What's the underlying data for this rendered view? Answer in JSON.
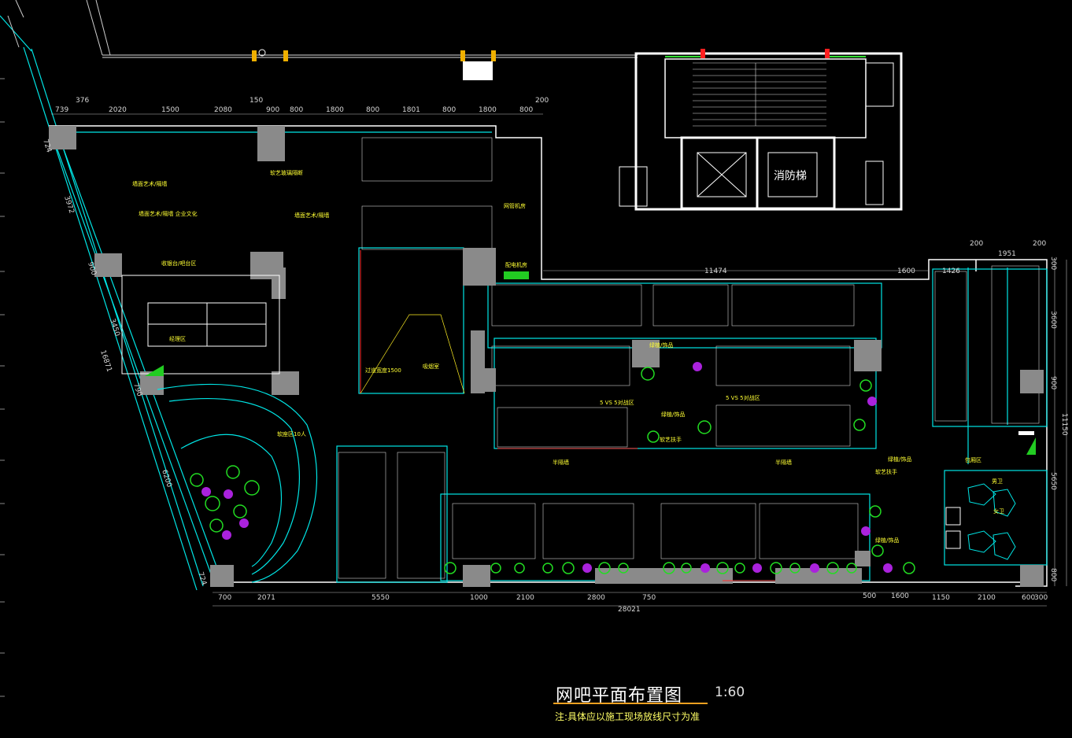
{
  "title": "网吧平面布置图",
  "scale": "1:60",
  "note": "注:具体应以施工现场放线尺寸为准",
  "top_dims": [
    "739",
    "376",
    "2020",
    "1500",
    "2080",
    "150",
    "900",
    "800",
    "1800",
    "800",
    "1801",
    "800",
    "1800",
    "800",
    "200"
  ],
  "bottom_dims": [
    "700",
    "2071",
    "5550",
    "1000",
    "2100",
    "2800",
    "750",
    "500",
    "1600",
    "1150",
    "2100",
    "600",
    "300"
  ],
  "overall_bottom": "28021",
  "left_dims": [
    "724",
    "3972",
    "900",
    "3450",
    "16871",
    "790",
    "6200",
    "724"
  ],
  "right_dims": [
    "200",
    "1951",
    "200",
    "300",
    "3600",
    "900",
    "11150",
    "5650",
    "800"
  ],
  "mid_dims": [
    "11474",
    "1600",
    "1426"
  ],
  "labels": {
    "fire_elevator": "消防梯",
    "reception": "收银台/吧台区",
    "office": "经理区",
    "server_room": "网管机房",
    "power_room": "配电机房",
    "art_partition": "软艺玻璃隔断",
    "wall_art": "墙面艺术/隔墙",
    "wall_art2": "墙面艺术/隔墙 企业文化",
    "wall_art3": "墙面艺术/隔墙",
    "lounge": "软座区10人",
    "aisle_150": "过道宽度1500",
    "pk_zone": "5 VS 5对战区",
    "pk_zone2": "5 VS 5对战区",
    "half_wall": "半隔墙",
    "half_wall2": "半隔墙",
    "deco": "绿植/饰品",
    "deco2": "绿植/饰品",
    "deco3": "绿植/饰品",
    "deco4": "绿植/饰品",
    "armrest": "软艺扶手",
    "armrest2": "软艺扶手",
    "toilet_m": "男卫",
    "toilet_f": "女卫",
    "smoking": "吸烟室",
    "vip": "包厢区"
  }
}
